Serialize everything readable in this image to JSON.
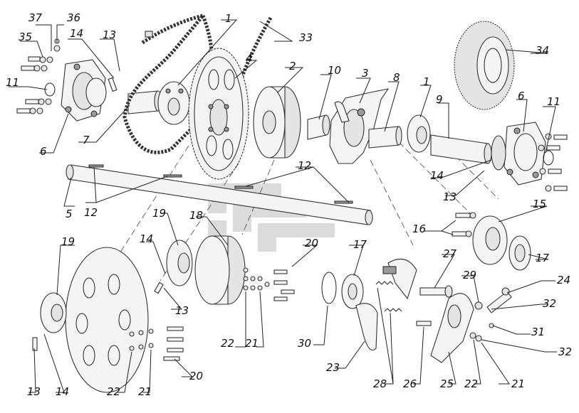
{
  "diagram": {
    "logo": {
      "fill": "#d8d8d8"
    },
    "callouts": [
      {
        "id": "c37",
        "label": "37"
      },
      {
        "id": "c36",
        "label": "36"
      },
      {
        "id": "c35",
        "label": "35"
      },
      {
        "id": "c14a",
        "label": "14"
      },
      {
        "id": "c13a",
        "label": "13"
      },
      {
        "id": "c11a",
        "label": "11"
      },
      {
        "id": "c6a",
        "label": "6"
      },
      {
        "id": "c7",
        "label": "7"
      },
      {
        "id": "c1a",
        "label": "1"
      },
      {
        "id": "c33",
        "label": "33"
      },
      {
        "id": "c4",
        "label": "4"
      },
      {
        "id": "c2",
        "label": "2"
      },
      {
        "id": "c10",
        "label": "10"
      },
      {
        "id": "c3",
        "label": "3"
      },
      {
        "id": "c8",
        "label": "8"
      },
      {
        "id": "c1b",
        "label": "1"
      },
      {
        "id": "c9",
        "label": "9"
      },
      {
        "id": "c6b",
        "label": "6"
      },
      {
        "id": "c11b",
        "label": "11"
      },
      {
        "id": "c34",
        "label": "34"
      },
      {
        "id": "c14b",
        "label": "14"
      },
      {
        "id": "c13b",
        "label": "13"
      },
      {
        "id": "c12a",
        "label": "12"
      },
      {
        "id": "c12b",
        "label": "12"
      },
      {
        "id": "c5",
        "label": "5"
      },
      {
        "id": "c19a",
        "label": "19"
      },
      {
        "id": "c18",
        "label": "18"
      },
      {
        "id": "c14c",
        "label": "14"
      },
      {
        "id": "c13c",
        "label": "13"
      },
      {
        "id": "c16",
        "label": "16"
      },
      {
        "id": "c15",
        "label": "15"
      },
      {
        "id": "c17a",
        "label": "17"
      },
      {
        "id": "c20a",
        "label": "20"
      },
      {
        "id": "c17b",
        "label": "17"
      },
      {
        "id": "c19b",
        "label": "19"
      },
      {
        "id": "c27",
        "label": "27"
      },
      {
        "id": "c29",
        "label": "29"
      },
      {
        "id": "c24",
        "label": "24"
      },
      {
        "id": "c32a",
        "label": "32"
      },
      {
        "id": "c31",
        "label": "31"
      },
      {
        "id": "c32b",
        "label": "32"
      },
      {
        "id": "c22a",
        "label": "22"
      },
      {
        "id": "c21a",
        "label": "21"
      },
      {
        "id": "c30",
        "label": "30"
      },
      {
        "id": "c23",
        "label": "23"
      },
      {
        "id": "c28",
        "label": "28"
      },
      {
        "id": "c26",
        "label": "26"
      },
      {
        "id": "c25",
        "label": "25"
      },
      {
        "id": "c22b",
        "label": "22"
      },
      {
        "id": "c21b",
        "label": "21"
      },
      {
        "id": "c13d",
        "label": "13"
      },
      {
        "id": "c14d",
        "label": "14"
      },
      {
        "id": "c22c",
        "label": "22"
      },
      {
        "id": "c21c",
        "label": "21"
      },
      {
        "id": "c20b",
        "label": "20"
      }
    ]
  }
}
